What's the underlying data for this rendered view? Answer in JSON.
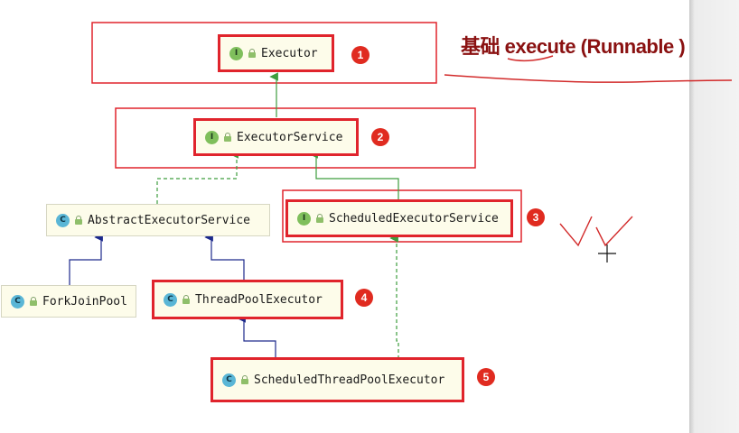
{
  "nodes": [
    {
      "id": "executor",
      "kind": "I",
      "label": "Executor",
      "number": "1"
    },
    {
      "id": "executor-service",
      "kind": "I",
      "label": "ExecutorService",
      "number": "2"
    },
    {
      "id": "abstract-executor-service",
      "kind": "C",
      "label": "AbstractExecutorService"
    },
    {
      "id": "scheduled-executor-service",
      "kind": "I",
      "label": "ScheduledExecutorService",
      "number": "3"
    },
    {
      "id": "fork-join-pool",
      "kind": "C",
      "label": "ForkJoinPool"
    },
    {
      "id": "thread-pool-executor",
      "kind": "C",
      "label": "ThreadPoolExecutor",
      "number": "4"
    },
    {
      "id": "scheduled-thread-pool-executor",
      "kind": "C",
      "label": "ScheduledThreadPoolExecutor",
      "number": "5"
    }
  ],
  "annotation": {
    "text": "基础 execute (Runnable )"
  },
  "colors": {
    "highlight": "#e0242c",
    "interface_arrow": "#3e9d3e",
    "class_arrow": "#1d2a8c",
    "badge_interface": "#7fbf5c",
    "badge_class": "#5ab6d6"
  },
  "icons": {
    "interface_badge": "interface-badge-icon",
    "class_badge": "class-badge-icon",
    "lock": "lock-icon",
    "checkmarks": "checkmark-icon",
    "cursor": "crosshair-cursor-icon"
  }
}
